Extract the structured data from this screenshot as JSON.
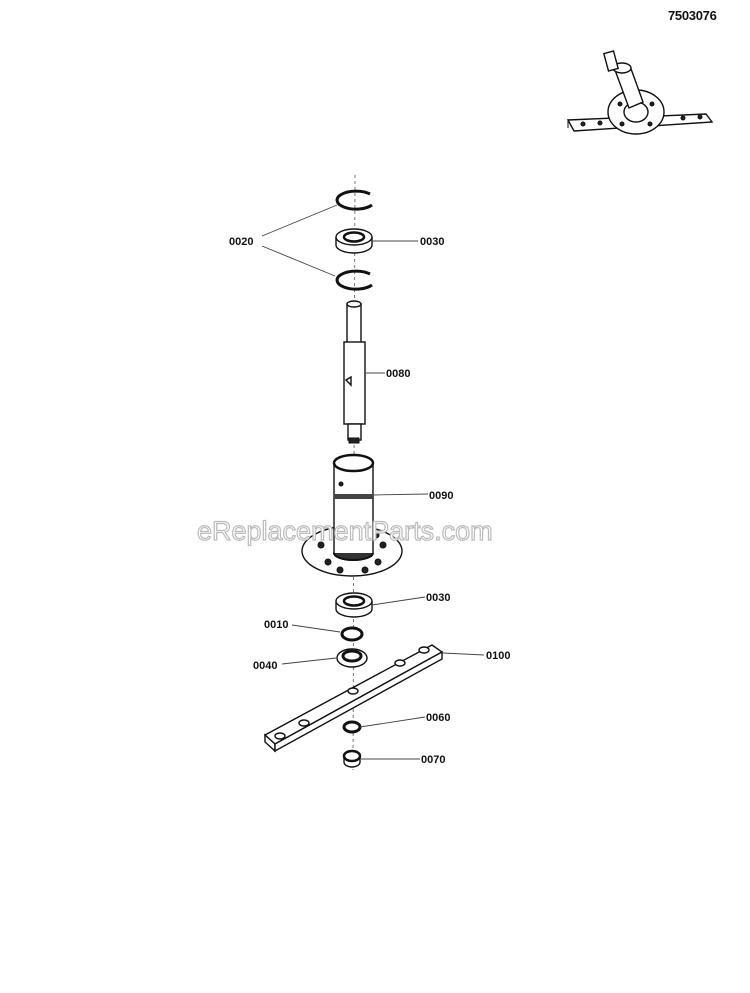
{
  "diagram_number": "7503076",
  "watermark": "eReplacementParts.com",
  "callouts": {
    "snap_ring": "0020",
    "bearing_upper": "0030",
    "shaft": "0080",
    "housing": "0090",
    "bearing_lower": "0030",
    "washer": "0010",
    "seal": "0040",
    "blade_bar": "0100",
    "lock_washer": "0060",
    "nut": "0070"
  }
}
